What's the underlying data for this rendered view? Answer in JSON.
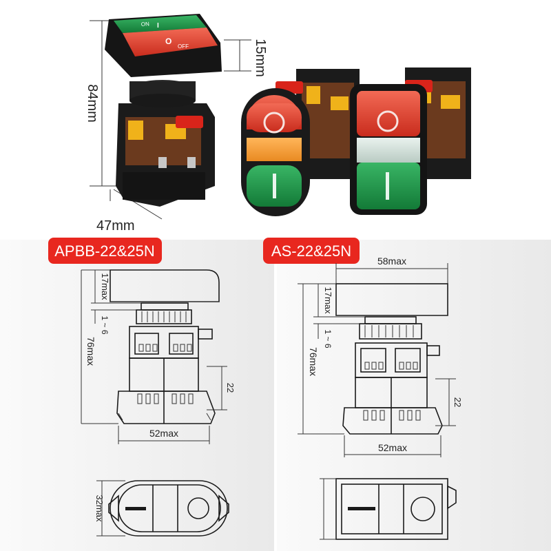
{
  "photo": {
    "dim_height": "84mm",
    "dim_cap": "15mm",
    "dim_width": "47mm",
    "cap_on_label": "ON",
    "cap_off_label": "OFF",
    "symbol_on": "I",
    "symbol_off": "O"
  },
  "colors": {
    "tag_red": "#e8271f",
    "button_red": "#e03a2a",
    "button_green": "#1f9a49",
    "indicator_amber": "#f29a2e",
    "housing_black": "#1b1b1b",
    "terminal_yellow": "#f0b21a"
  },
  "drawings": [
    {
      "tag": "APBB-22&25N",
      "dim_top": "17max",
      "dim_gap": "1 ~ 6",
      "dim_total": "76max",
      "dim_base": "52max",
      "dim_terminal": "22",
      "dim_face": "32max"
    },
    {
      "tag": "AS-22&25N",
      "dim_width_top": "58max",
      "dim_top": "17max",
      "dim_gap": "1 ~ 6",
      "dim_total": "76max",
      "dim_base": "52max",
      "dim_terminal": "22"
    }
  ]
}
